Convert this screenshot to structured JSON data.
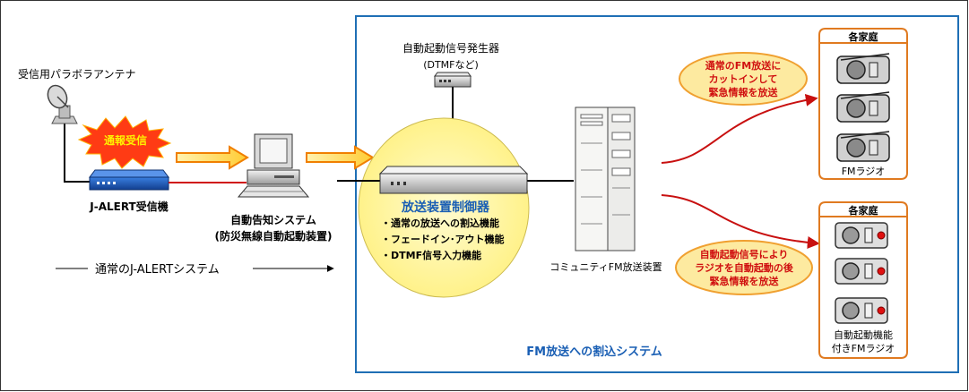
{
  "left": {
    "antenna_label": "受信用パラボラアンテナ",
    "alert_burst": "通報受信",
    "receiver_label": "J-ALERT受信機",
    "pc_label_1": "自動告知システム",
    "pc_label_2": "(防災無線自動起動装置)",
    "normal_system": "通常のJ-ALERTシステム"
  },
  "fm_system": {
    "title": "FM放送への割込システム",
    "generator_label_1": "自動起動信号発生器",
    "generator_label_2": "(DTMFなど)",
    "controller_title": "放送装置制御器",
    "controller_features": [
      "・通常の放送への割込機能",
      "・フェードイン･アウト機能",
      "・DTMF信号入力機能"
    ],
    "station_label": "コミュニティFM放送装置"
  },
  "households": {
    "top": {
      "header": "各家庭",
      "footer": "FMラジオ",
      "callout": [
        "通常のFM放送に",
        "カットインして",
        "緊急情報を放送"
      ]
    },
    "bottom": {
      "header": "各家庭",
      "footer": [
        "自動起動機能",
        "付きFMラジオ"
      ],
      "callout": [
        "自動起動信号により",
        "ラジオを自動起動の後",
        "緊急情報を放送"
      ]
    }
  },
  "colors": {
    "frame_blue": "#1f6fb5",
    "title_blue": "#1a5fb4",
    "controller_fill": "#fff7a8",
    "callout_fill": "#fdeaa0",
    "callout_stroke": "#f0a030",
    "callout_text": "#d01010",
    "burst_fill": "#ff3b14",
    "burst_text": "#fff200",
    "arrow_fill": "#ffe066",
    "arrow_stroke": "#f07f00",
    "signal_red": "#d01010",
    "household_stroke": "#e07a20",
    "receiver_blue": "#1d5fc1"
  }
}
